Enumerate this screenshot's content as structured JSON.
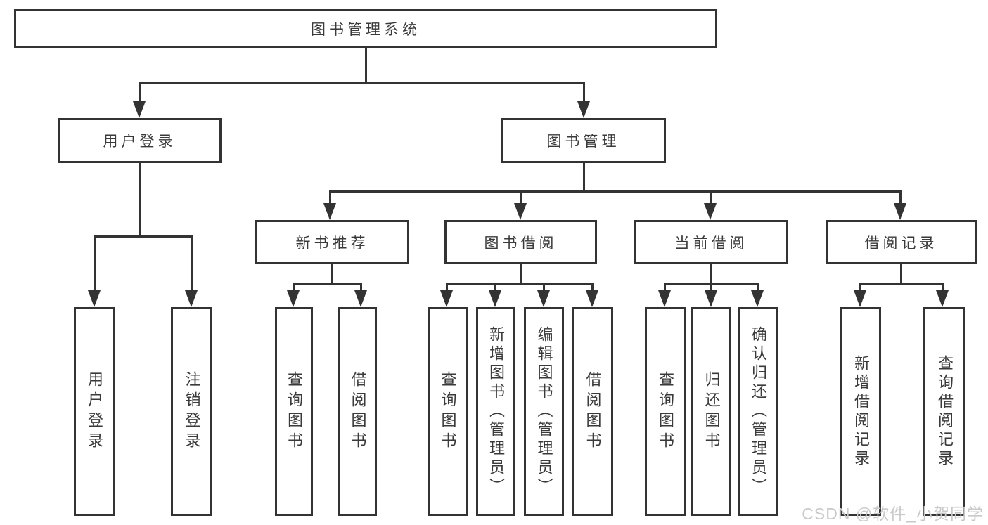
{
  "diagram_title": "图书管理系统",
  "colors": {
    "line": "#333333",
    "node_border": "#333333",
    "node_text": "#3a3a3a",
    "background": "#ffffff",
    "watermark": "#c9c9c9"
  },
  "tree": {
    "root": {
      "label": "图书管理系统"
    },
    "children": [
      {
        "label": "用户登录",
        "children": [
          {
            "label": "用户登录"
          },
          {
            "label": "注销登录"
          }
        ]
      },
      {
        "label": "图书管理",
        "children": [
          {
            "label": "新书推荐",
            "children": [
              {
                "label": "查询图书"
              },
              {
                "label": "借阅图书"
              }
            ]
          },
          {
            "label": "图书借阅",
            "children": [
              {
                "label": "查询图书"
              },
              {
                "label": "新增图书（管理员）"
              },
              {
                "label": "编辑图书（管理员）"
              },
              {
                "label": "借阅图书"
              }
            ]
          },
          {
            "label": "当前借阅",
            "children": [
              {
                "label": "查询图书"
              },
              {
                "label": "归还图书"
              },
              {
                "label": "确认归还（管理员）"
              }
            ]
          },
          {
            "label": "借阅记录",
            "children": [
              {
                "label": "新增借阅记录"
              },
              {
                "label": "查询借阅记录"
              }
            ]
          }
        ]
      }
    ]
  },
  "watermark": {
    "text": "CSDN @软件_小贺同学"
  }
}
